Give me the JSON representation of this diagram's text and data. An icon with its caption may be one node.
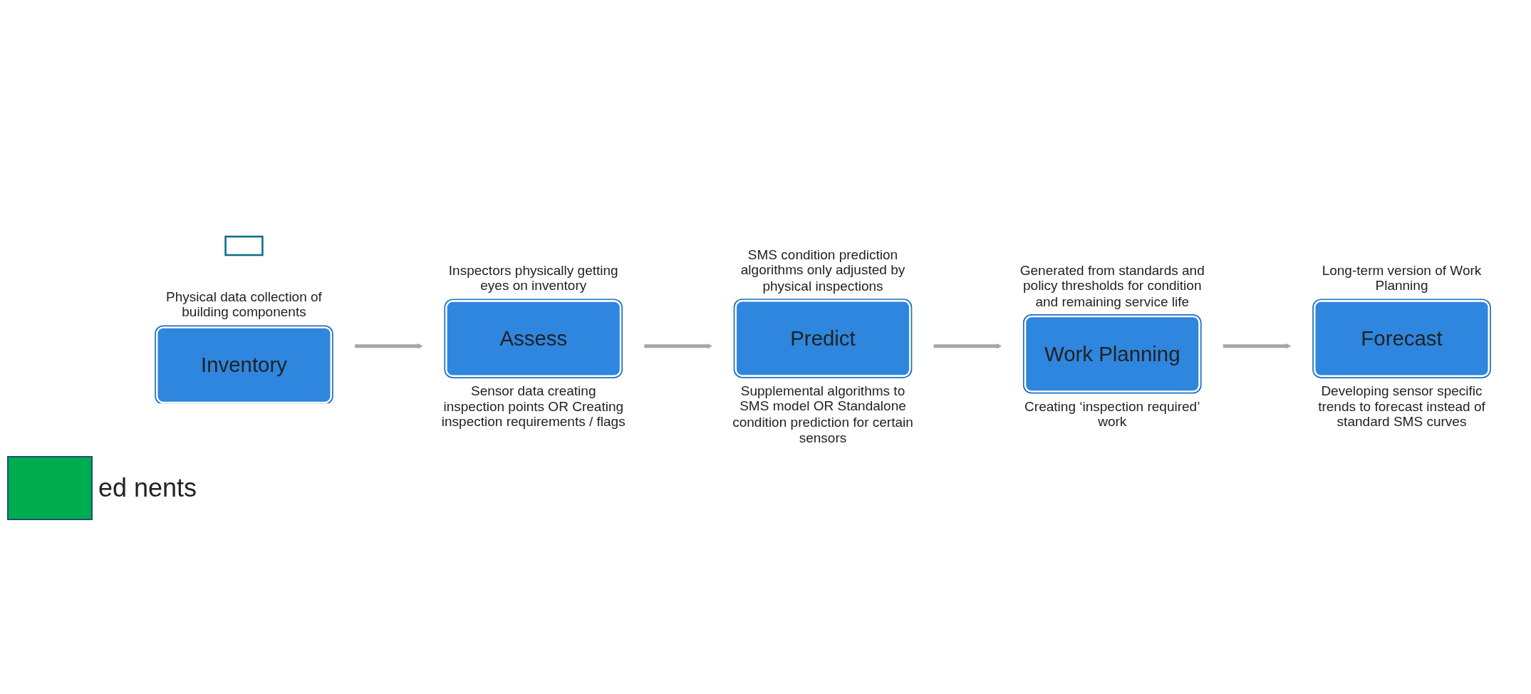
{
  "diagram": {
    "nodes": [
      {
        "text": [],
        "shape": "box"
      },
      {
        "text": [
          "Inventory"
        ],
        "beside": [
          "Physical data collection of building components"
        ]
      },
      {
        "text": [
          "Assess"
        ],
        "beside": [
          "Inspectors physically getting eyes on inventory",
          "Sensor data creating inspection points OR Creating inspection requirements / flags"
        ]
      },
      {
        "text": [
          "Predict"
        ],
        "beside": [
          "SMS condition prediction algorithms only adjusted by physical inspections",
          "Supplemental algorithms to SMS model OR Standalone condition prediction for certain sensors"
        ]
      },
      {
        "text": [
          "Work Planning"
        ],
        "beside": [
          "Generated from standards and policy thresholds for condition and remaining service life",
          "Creating ‘inspection required’ work"
        ]
      },
      {
        "text": [
          "Forecast"
        ],
        "beside": [
          "Long-term version of Work Planning",
          "Developing sensor specific trends to forecast instead of standard SMS curves"
        ]
      }
    ],
    "edges": [
      {
        "from": 1,
        "to": 2,
        "arrow": "to"
      },
      {
        "from": 2,
        "to": 3,
        "arrow": "to"
      },
      {
        "from": 3,
        "to": 4,
        "arrow": "to"
      },
      {
        "from": 4,
        "to": 5,
        "arrow": "to"
      }
    ],
    "legend": [
      {
        "text": "ed nents",
        "color": "#00ad4e"
      }
    ]
  }
}
